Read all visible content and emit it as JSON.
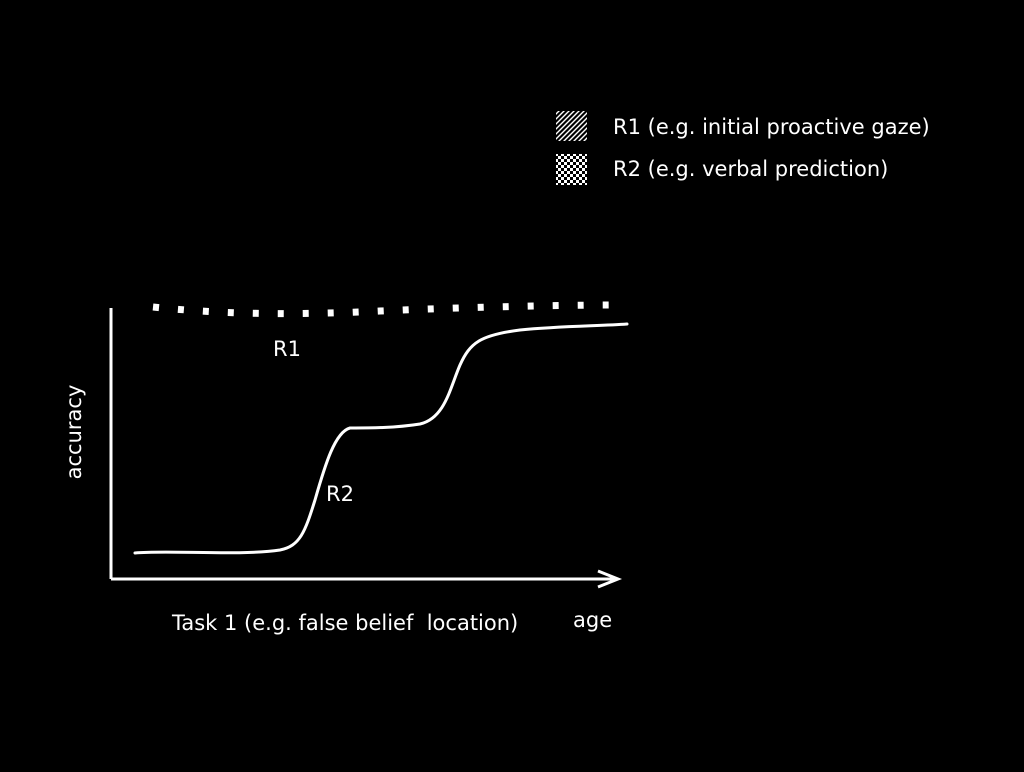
{
  "colors": {
    "background": "#000000",
    "foreground": "#ffffff"
  },
  "legend": {
    "items": [
      {
        "label": "R1 (e.g. initial proactive gaze)",
        "pattern": "diagonal-hatch"
      },
      {
        "label": "R2 (e.g. verbal prediction)",
        "pattern": "checkerboard"
      }
    ]
  },
  "diagram": {
    "y_axis_label": "accuracy",
    "x_axis_label": "age",
    "task_label": "Task 1 (e.g. false belief  location)",
    "curves": [
      {
        "label": "R1",
        "style": "dotted"
      },
      {
        "label": "R2",
        "style": "solid"
      }
    ]
  }
}
